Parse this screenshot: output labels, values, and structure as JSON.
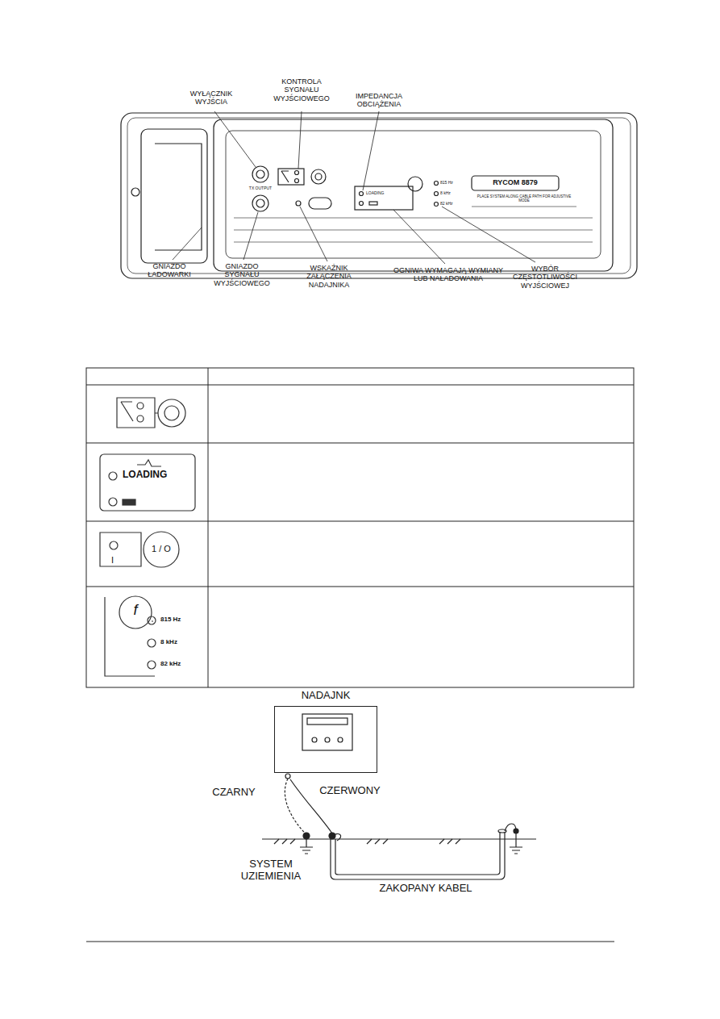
{
  "diagram": {
    "nodes": [
      {
        "text": [
          "NADAJNK"
        ]
      }
    ],
    "labels": [
      "WYŁĄCZNIK WYJŚCIA",
      "KONTROLA SYGNAŁU WYJŚCIOWEGO",
      "IMPEDANCJA OBCIĄŻENIA",
      "GNIAZDO ŁADOWARKI",
      "GNIAZDO SYGNAŁU WYJŚCIOWEGO",
      "WSKAŹNIK ZAŁĄCZENIA NADAJNIKA",
      "OGNIWA WYMAGAJĄ WYMIANY LUB NAŁADOWANIA",
      "WYBÓR CZĘSTOTLIWOŚCI WYJŚCIOWEJ",
      "TX OUTPUT",
      "LOADING",
      "815 Hz",
      "8 kHz",
      "82 kHz",
      "RYCOM 8879",
      "PLACE SYSTEM ALONG CABLE PATH FOR ADJUSTIVE MODE",
      "LOADING",
      "I",
      "1 / O",
      "f",
      "815 Hz",
      "8 kHz",
      "82 kHz",
      "CZARNY",
      "CZERWONY",
      "SYSTEM UZIEMIENIA",
      "ZAKOPANY KABEL"
    ]
  }
}
